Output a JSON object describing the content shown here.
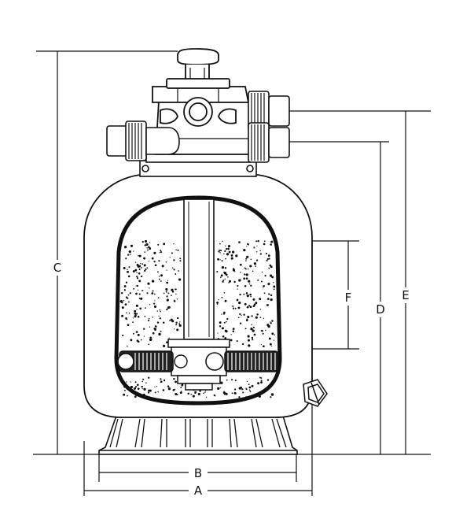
{
  "diagram": {
    "dimension_labels": {
      "a": "A",
      "b": "B",
      "c": "C",
      "d": "D",
      "e": "E",
      "f": "F"
    },
    "colors": {
      "stroke": "#111111",
      "background": "#ffffff"
    },
    "components": [
      "multiport-valve-handle",
      "multiport-valve-body",
      "valve-port-left",
      "valve-port-right-upper",
      "valve-port-right-lower",
      "pressure-gauge-port",
      "filter-tank",
      "filter-sand-bed",
      "center-standpipe",
      "lateral-collector",
      "drain-plug",
      "tank-base-stand"
    ]
  }
}
